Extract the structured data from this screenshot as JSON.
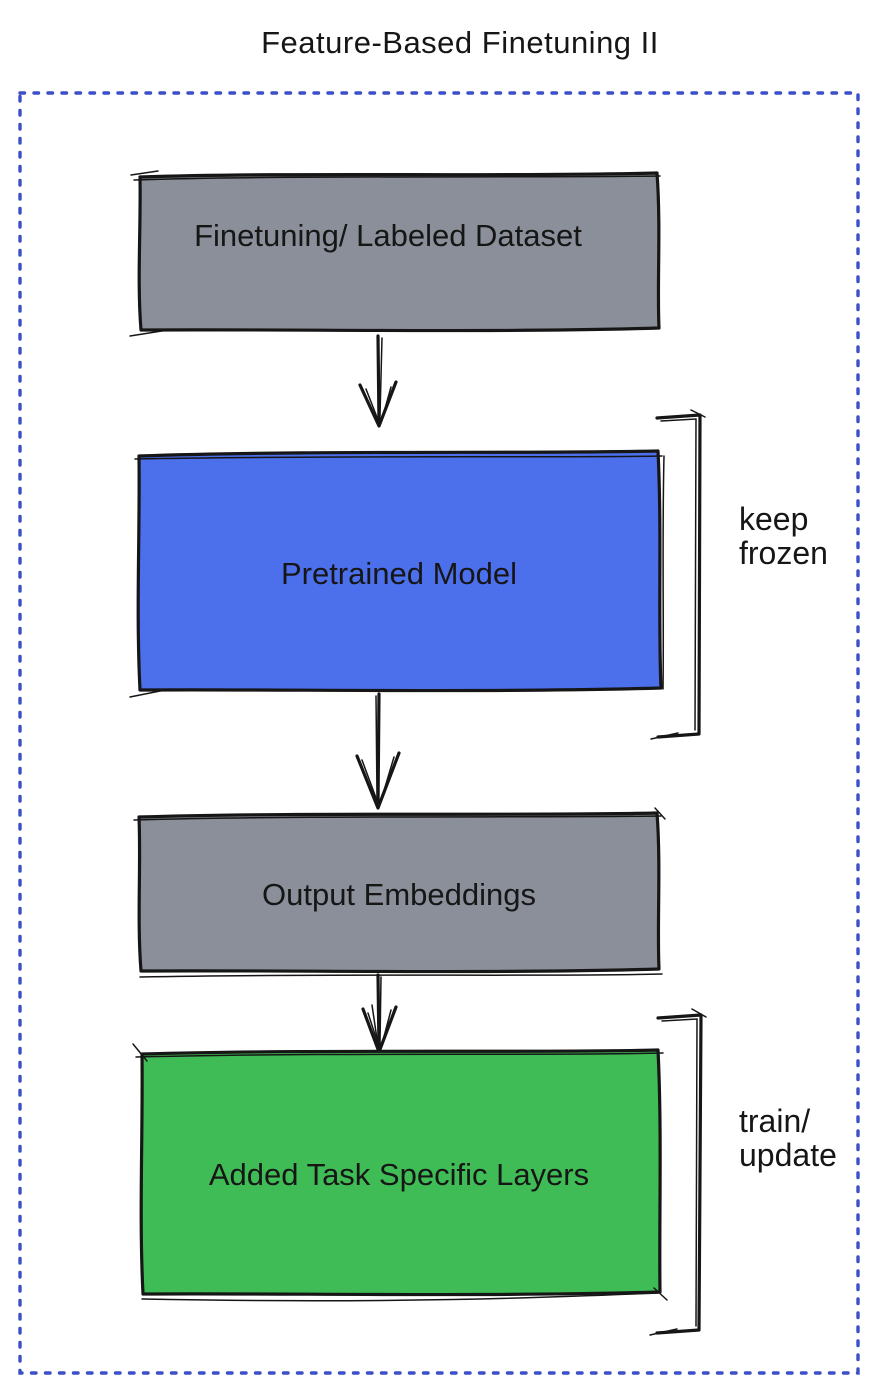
{
  "title": "Feature-Based Finetuning II",
  "colors": {
    "accent_blue": "#3b4fc8",
    "box_gray": "#8a8f99",
    "box_blue": "#4c6fec",
    "box_green": "#40bc56",
    "ink": "#161616"
  },
  "diagram": {
    "nodes": [
      {
        "id": "finetuning-dataset",
        "label": "Finetuning/ Labeled Dataset",
        "color": "gray"
      },
      {
        "id": "pretrained-model",
        "label": "Pretrained Model",
        "color": "blue"
      },
      {
        "id": "output-embeddings",
        "label": "Output Embeddings",
        "color": "gray"
      },
      {
        "id": "task-specific-layers",
        "label": "Added Task Specific Layers",
        "color": "green"
      }
    ],
    "edges": [
      {
        "from": "finetuning-dataset",
        "to": "pretrained-model"
      },
      {
        "from": "pretrained-model",
        "to": "output-embeddings"
      },
      {
        "from": "output-embeddings",
        "to": "task-specific-layers"
      }
    ],
    "annotations": [
      {
        "target": "pretrained-model",
        "line1": "keep",
        "line2": "frozen"
      },
      {
        "target": "task-specific-layers",
        "line1": "train/",
        "line2": "update"
      }
    ]
  }
}
